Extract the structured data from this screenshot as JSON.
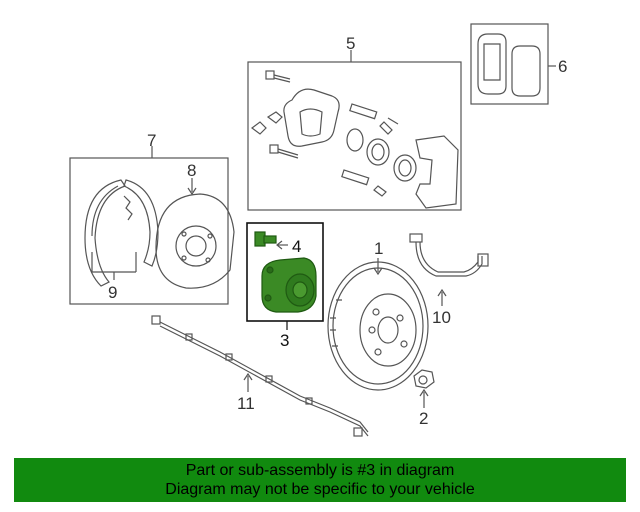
{
  "callouts": {
    "c1": "1",
    "c2": "2",
    "c3": "3",
    "c4": "4",
    "c5": "5",
    "c6": "6",
    "c7": "7",
    "c8": "8",
    "c9": "9",
    "c10": "10",
    "c11": "11"
  },
  "banner": {
    "line1": "Part or sub-assembly is #3 in diagram",
    "line2": "Diagram may not be specific to your vehicle"
  },
  "colors": {
    "banner_bg": "#118a0f",
    "highlight_part": "#2f7a1e",
    "line_art": "#555555"
  }
}
